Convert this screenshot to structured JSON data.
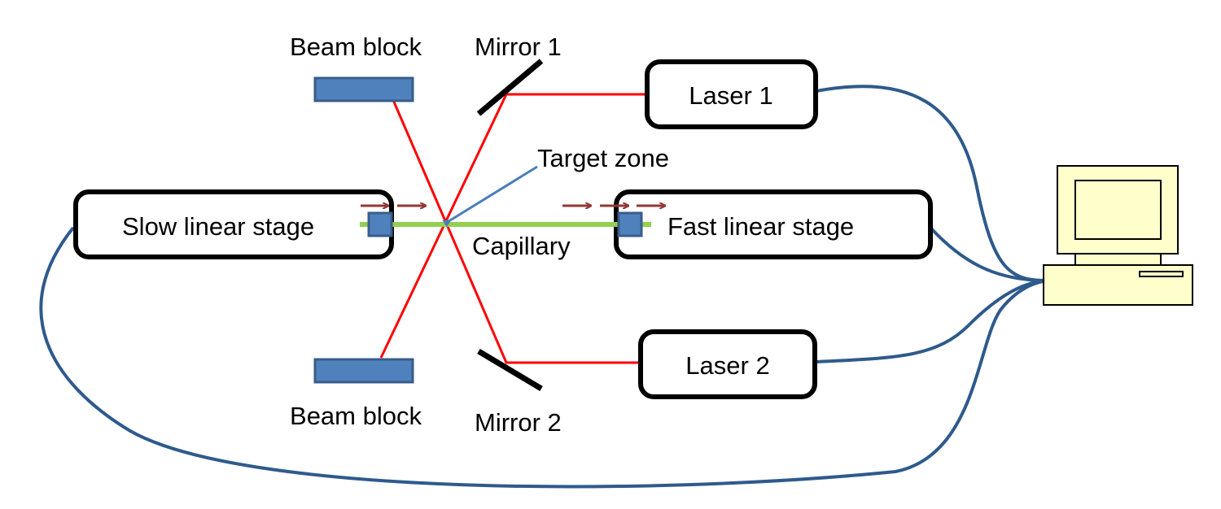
{
  "diagram": {
    "labels": {
      "beam_block_top": "Beam block",
      "beam_block_bottom": "Beam block",
      "mirror_1": "Mirror 1",
      "mirror_2": "Mirror 2",
      "laser_1": "Laser 1",
      "laser_2": "Laser 2",
      "target_zone": "Target zone",
      "slow_stage": "Slow linear stage",
      "fast_stage": "Fast linear stage",
      "capillary": "Capillary"
    },
    "colors": {
      "laser_beam": "#ff0000",
      "capillary": "#92d050",
      "block_fill": "#4f81bd",
      "block_stroke": "#385d8a",
      "cable": "#2e5a8c",
      "arrow": "#953735",
      "computer_fill": "#ffffcc",
      "pointer": "#4a7ebb"
    }
  }
}
